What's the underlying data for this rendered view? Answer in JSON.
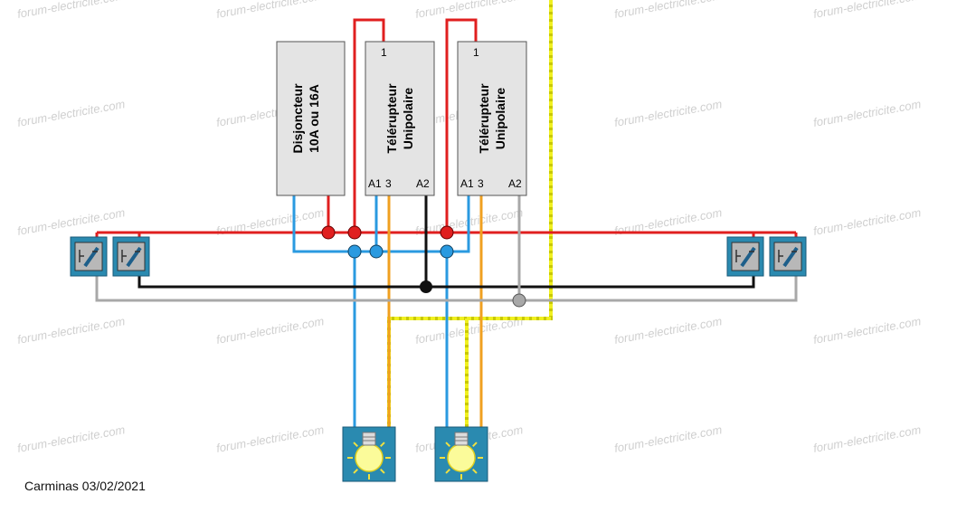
{
  "watermark": "forum-electricite.com",
  "breaker": {
    "line1": "Disjoncteur",
    "line2": "10A ou 16A"
  },
  "relays": [
    {
      "line1": "Télérupteur",
      "line2": "Unipolaire",
      "t1": "1",
      "a1": "A1",
      "t3": "3",
      "a2": "A2"
    },
    {
      "line1": "Télérupteur",
      "line2": "Unipolaire",
      "t1": "1",
      "a1": "A1",
      "t3": "3",
      "a2": "A2"
    }
  ],
  "author": "Carminas 03/02/2021",
  "icons": {
    "switch": "push-button-switch-icon",
    "lamp": "light-bulb-icon"
  },
  "colors": {
    "phase": "#e01f1f",
    "neutral": "#2a9ae0",
    "control": "#111111",
    "return": "#a8a8a8",
    "switched": "#f0a020",
    "earth": "#f0f020",
    "box": "#e4e4e4",
    "device": "#2a8ab0"
  }
}
